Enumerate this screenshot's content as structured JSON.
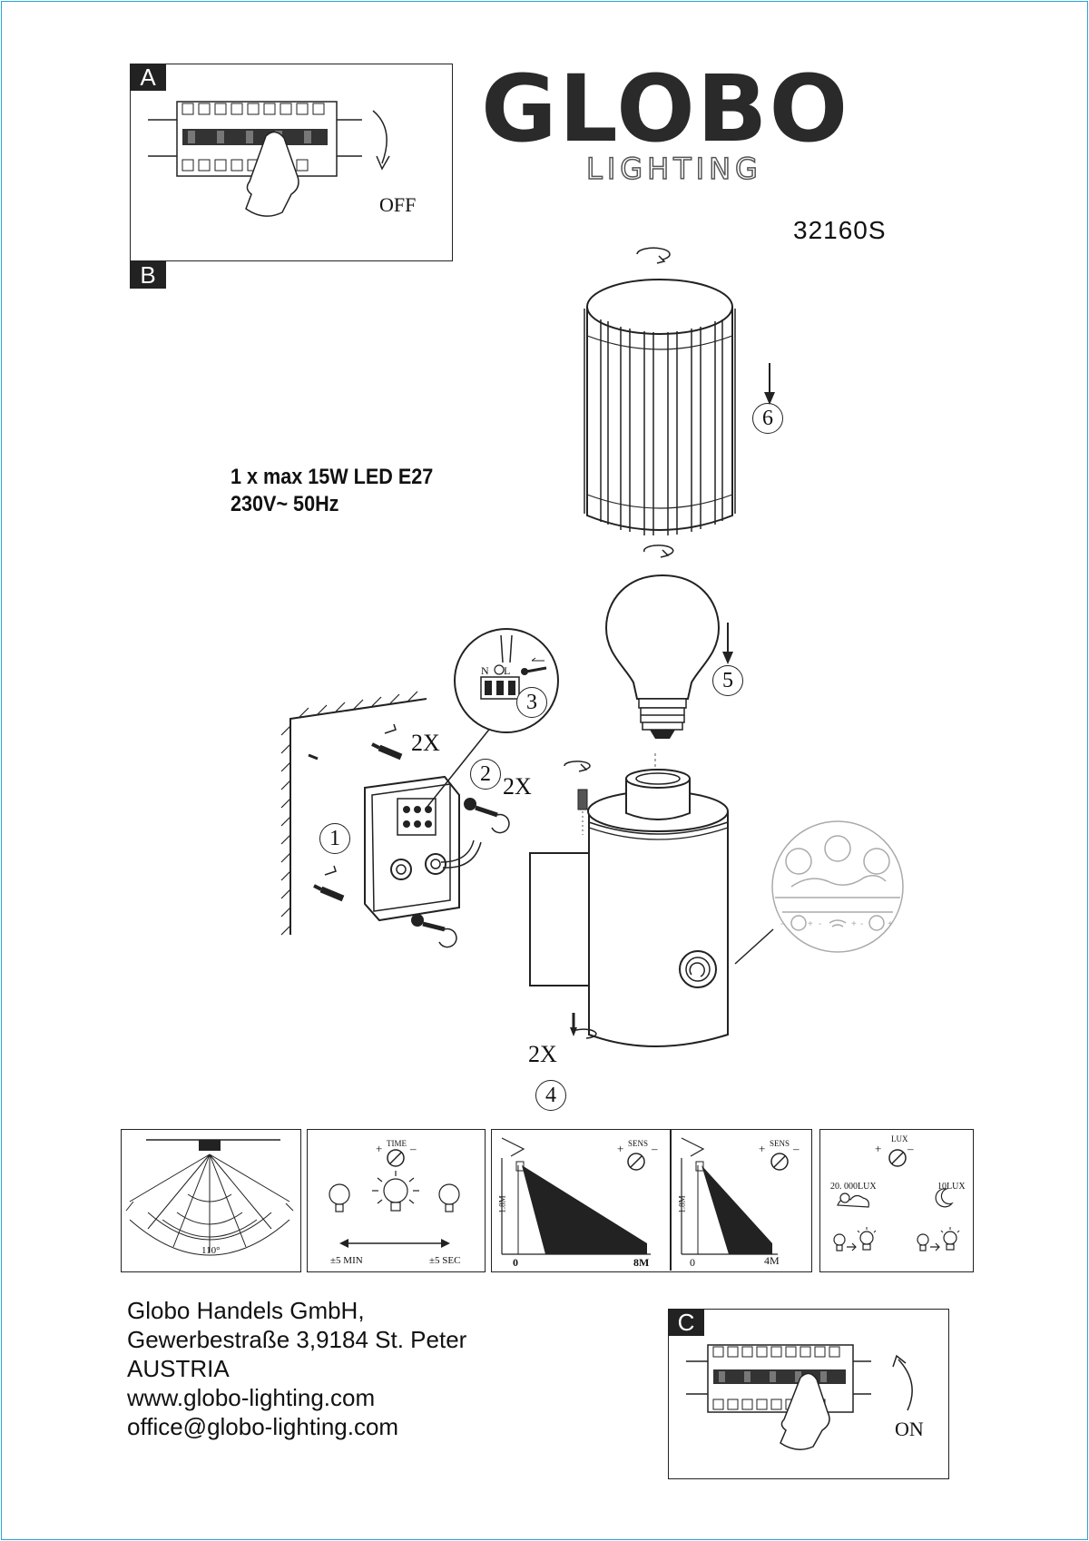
{
  "brand": {
    "name": "GLOBO",
    "subtitle": "LIGHTING"
  },
  "model_number": "32160S",
  "specs": {
    "bulb": "1 x max 15W LED E27",
    "power": "230V~ 50Hz"
  },
  "step_tags": {
    "a": "A",
    "b": "B",
    "c": "C"
  },
  "breaker": {
    "off_label": "OFF",
    "on_label": "ON"
  },
  "steps": {
    "s1": "1",
    "s2": "2",
    "s3": "3",
    "s4": "4",
    "s5": "5",
    "s6": "6"
  },
  "quantities": {
    "anchors": "2X",
    "screws": "2X",
    "grub_screws": "2X"
  },
  "terminal": {
    "n": "N",
    "l": "L"
  },
  "sensor_panels": {
    "angle": "110°",
    "time": {
      "label": "TIME",
      "plus": "+",
      "minus": "–",
      "max": "±5 MIN",
      "min": "±5 SEC"
    },
    "sens": {
      "label": "SENS",
      "plus": "+",
      "minus": "–",
      "height": "1.8M",
      "zero": "0",
      "far": "8M",
      "near": "4M"
    },
    "lux": {
      "label": "LUX",
      "plus": "+",
      "minus": "–",
      "day": "20. 000LUX",
      "night": "10LUX"
    }
  },
  "company": {
    "name": "Globo Handels GmbH,",
    "street": "Gewerbestraße 3,9184 St. Peter",
    "country": "AUSTRIA",
    "web": "www.globo-lighting.com",
    "email": "office@globo-lighting.com"
  }
}
